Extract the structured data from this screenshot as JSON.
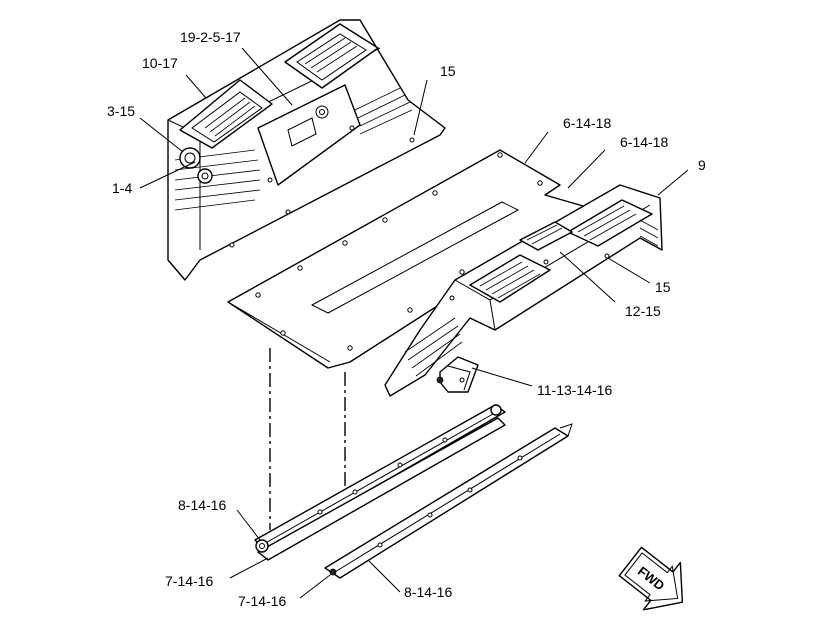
{
  "callouts": {
    "c1": "19-2-5-17",
    "c2": "10-17",
    "c3": "15",
    "c4": "3-15",
    "c5": "1-4",
    "c6": "6-14-18",
    "c7": "6-14-18",
    "c8": "9",
    "c9": "15",
    "c10": "12-15",
    "c11": "11-13-14-16",
    "c12": "8-14-16",
    "c13": "7-14-16",
    "c14": "7-14-16",
    "c15": "8-14-16"
  },
  "direction_arrow": {
    "label": "FWD"
  }
}
